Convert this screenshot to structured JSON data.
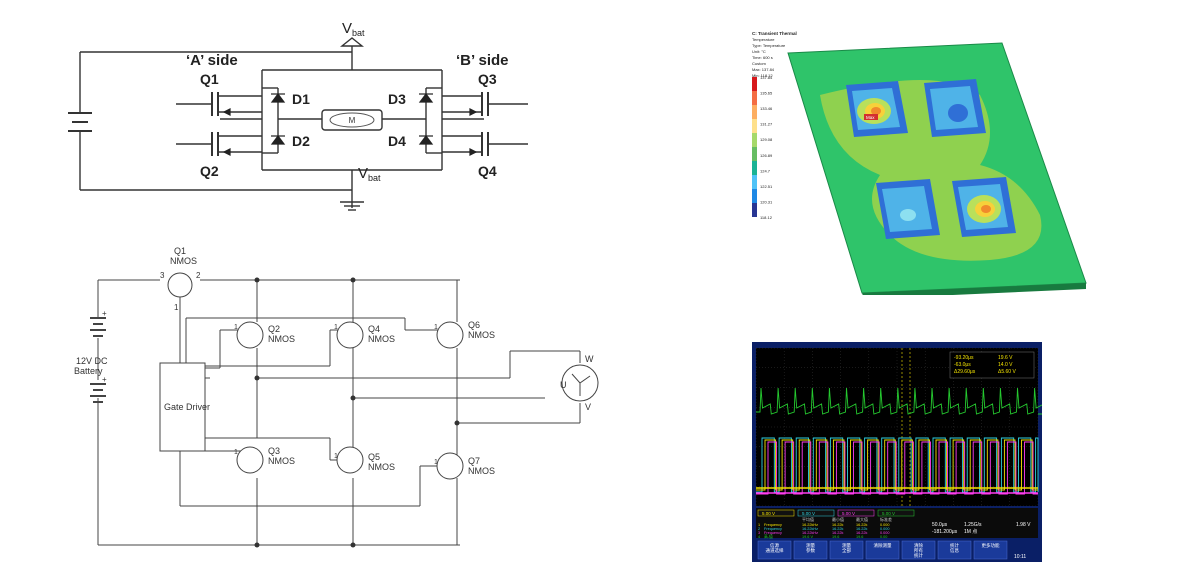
{
  "hbridge": {
    "vbat_top": "V",
    "vbat_top_sub": "bat",
    "vbat_bottom": "V",
    "vbat_bottom_sub": "bat",
    "a_side": "‘A’ side",
    "b_side": "‘B’ side",
    "q1": "Q1",
    "q2": "Q2",
    "q3": "Q3",
    "q4": "Q4",
    "d1": "D1",
    "d2": "D2",
    "d3": "D3",
    "d4": "D4",
    "motor": "M"
  },
  "inverter": {
    "q1": "Q1",
    "q1_type": "NMOS",
    "q1_pin3": "3",
    "q1_pin2": "2",
    "q1_pin1": "1",
    "q2": "Q2",
    "q3": "Q3",
    "q4": "Q4",
    "q5": "Q5",
    "q6": "Q6",
    "q7": "Q7",
    "nmos": "NMOS",
    "battery_line1": "12V DC",
    "battery_line2": "Battery",
    "gate_driver": "Gate Driver",
    "motor_w": "W",
    "motor_u": "U",
    "motor_v": "V",
    "pin1": "1",
    "pin2": "2",
    "pin3": "3",
    "plus": "+"
  },
  "thermal": {
    "header": [
      "C: Transient Thermal",
      "Temperature",
      "Type: Temperature",
      "Unit: °C",
      "Time: 600 s",
      "Custom",
      "Max: 137.84",
      "Min: 118.12"
    ],
    "legend_values": [
      "137.84",
      "135.65",
      "133.46",
      "131.27",
      "129.08",
      "126.89",
      "124.7",
      "122.51",
      "120.31",
      "118.12"
    ],
    "legend_colors": [
      "#d7191c",
      "#f46d43",
      "#fdae61",
      "#fee08b",
      "#a6d96a",
      "#66bd63",
      "#1ab394",
      "#4fc3f7",
      "#1e88e5",
      "#283593"
    ],
    "max_tag": "Max"
  },
  "scope": {
    "readout": [
      [
        "-93.20μs",
        "19.6 V"
      ],
      [
        "-63.0μs",
        "14.0 V"
      ],
      [
        "Δ29.60μs",
        "Δ5.60 V"
      ]
    ],
    "channel_scales": [
      "5.00 V",
      "5.00 V",
      "5.00 V",
      "5.00 V"
    ],
    "stats_header": [
      "",
      "",
      "平均值",
      "最小值",
      "最大值",
      "标准差"
    ],
    "stats_rows": [
      [
        "1",
        "Frequency",
        "16.22kHz",
        "16.22k",
        "16.22k",
        "0.000"
      ],
      [
        "2",
        "Frequency",
        "16.22kHz",
        "16.22k",
        "16.22k",
        "0.000"
      ],
      [
        "3",
        "Frequency",
        "16.22kHz",
        "16.22k",
        "16.22k",
        "0.000"
      ],
      [
        "4",
        "高-值",
        "19.6 V",
        "19.6",
        "19.6",
        "0.00"
      ]
    ],
    "timebase": "50.0μs",
    "trigger_pos": "-181.200μs",
    "rate": "1.25G/s",
    "depth": "1M 点",
    "trigger_level": "1.98 V",
    "softkeys": [
      "信源\n通道选择",
      "测量\n参数",
      "测量\n全部",
      "清除测量",
      "清除\n所有\n统计",
      "统计\n信息",
      "更多功能"
    ],
    "clock": "10:11",
    "colors": {
      "ch1": "#f5e400",
      "ch2": "#2fd2e0",
      "ch3": "#ff3cf0",
      "ch4": "#25c92f"
    }
  }
}
